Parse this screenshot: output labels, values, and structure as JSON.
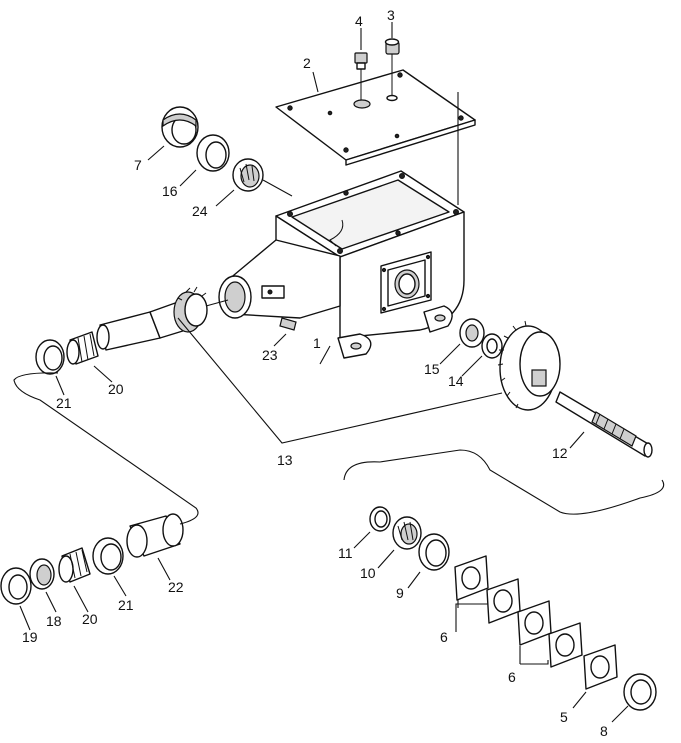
{
  "diagram": {
    "callouts": [
      {
        "id": "c1",
        "text": "1"
      },
      {
        "id": "c2",
        "text": "2"
      },
      {
        "id": "c3",
        "text": "3"
      },
      {
        "id": "c4",
        "text": "4"
      },
      {
        "id": "c5",
        "text": "5"
      },
      {
        "id": "c6a",
        "text": "6"
      },
      {
        "id": "c6b",
        "text": "6"
      },
      {
        "id": "c7",
        "text": "7"
      },
      {
        "id": "c8",
        "text": "8"
      },
      {
        "id": "c9",
        "text": "9"
      },
      {
        "id": "c10",
        "text": "10"
      },
      {
        "id": "c11",
        "text": "11"
      },
      {
        "id": "c12",
        "text": "12"
      },
      {
        "id": "c13",
        "text": "13"
      },
      {
        "id": "c14",
        "text": "14"
      },
      {
        "id": "c15",
        "text": "15"
      },
      {
        "id": "c16",
        "text": "16"
      },
      {
        "id": "c18",
        "text": "18"
      },
      {
        "id": "c19",
        "text": "19"
      },
      {
        "id": "c20a",
        "text": "20"
      },
      {
        "id": "c20b",
        "text": "20"
      },
      {
        "id": "c21a",
        "text": "21"
      },
      {
        "id": "c21b",
        "text": "21"
      },
      {
        "id": "c22",
        "text": "22"
      },
      {
        "id": "c23",
        "text": "23"
      },
      {
        "id": "c24",
        "text": "24"
      }
    ]
  }
}
